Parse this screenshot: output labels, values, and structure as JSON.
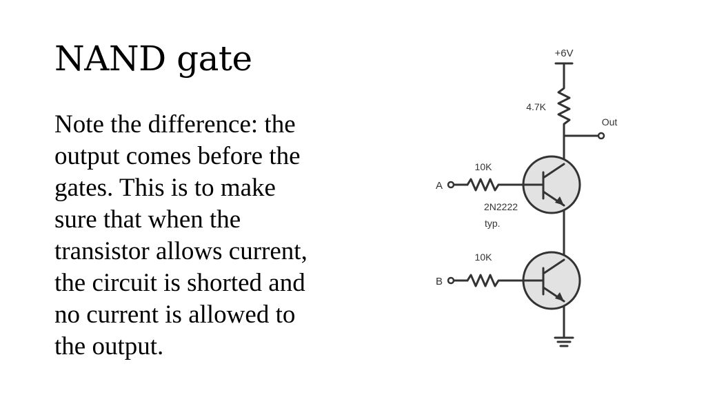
{
  "slide": {
    "title": "NAND gate",
    "body_lines": [
      "Note the difference: the",
      "output comes before the",
      "gates. This is to make",
      "sure that when the",
      "transistor allows current,",
      "the circuit is shorted and",
      "no current is allowed to",
      "the output."
    ]
  },
  "circuit": {
    "supply_label": "+6V",
    "collector_resistor_label": "4.7K",
    "output_label": "Out",
    "input_a_label": "A",
    "input_a_resistor_label": "10K",
    "input_b_label": "B",
    "input_b_resistor_label": "10K",
    "transistor_part_label": "2N2222",
    "transistor_typ_label": "typ.",
    "colors": {
      "wire": "#333333",
      "transistor_fill": "#e2e2e2"
    }
  }
}
